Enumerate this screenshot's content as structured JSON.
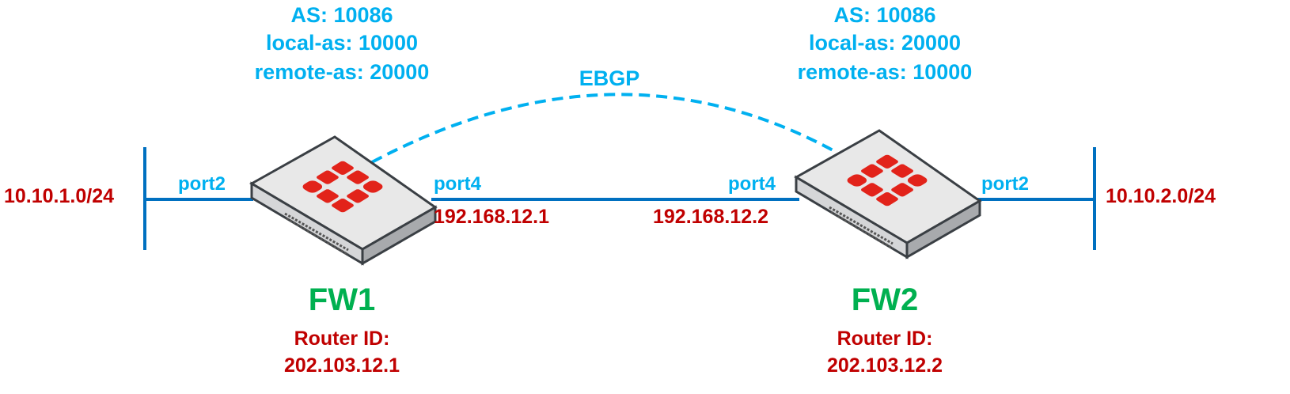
{
  "colors": {
    "link": "#0070c0",
    "bgp": "#00b0f0",
    "address": "#c00000",
    "device_name": "#00b050",
    "logo": "#e2231a"
  },
  "session": {
    "label": "EBGP"
  },
  "fw1": {
    "name": "FW1",
    "as": "AS: 10086",
    "local_as": "local-as: 10000",
    "remote_as": "remote-as: 20000",
    "router_id_label": "Router ID:",
    "router_id": "202.103.12.1",
    "lan_port": "port2",
    "wan_port": "port4",
    "wan_ip": "192.168.12.1",
    "lan_subnet": "10.10.1.0/24"
  },
  "fw2": {
    "name": "FW2",
    "as": "AS: 10086",
    "local_as": "local-as: 20000",
    "remote_as": "remote-as: 10000",
    "router_id_label": "Router ID:",
    "router_id": "202.103.12.2",
    "lan_port": "port2",
    "wan_port": "port4",
    "wan_ip": "192.168.12.2",
    "lan_subnet": "10.10.2.0/24"
  }
}
